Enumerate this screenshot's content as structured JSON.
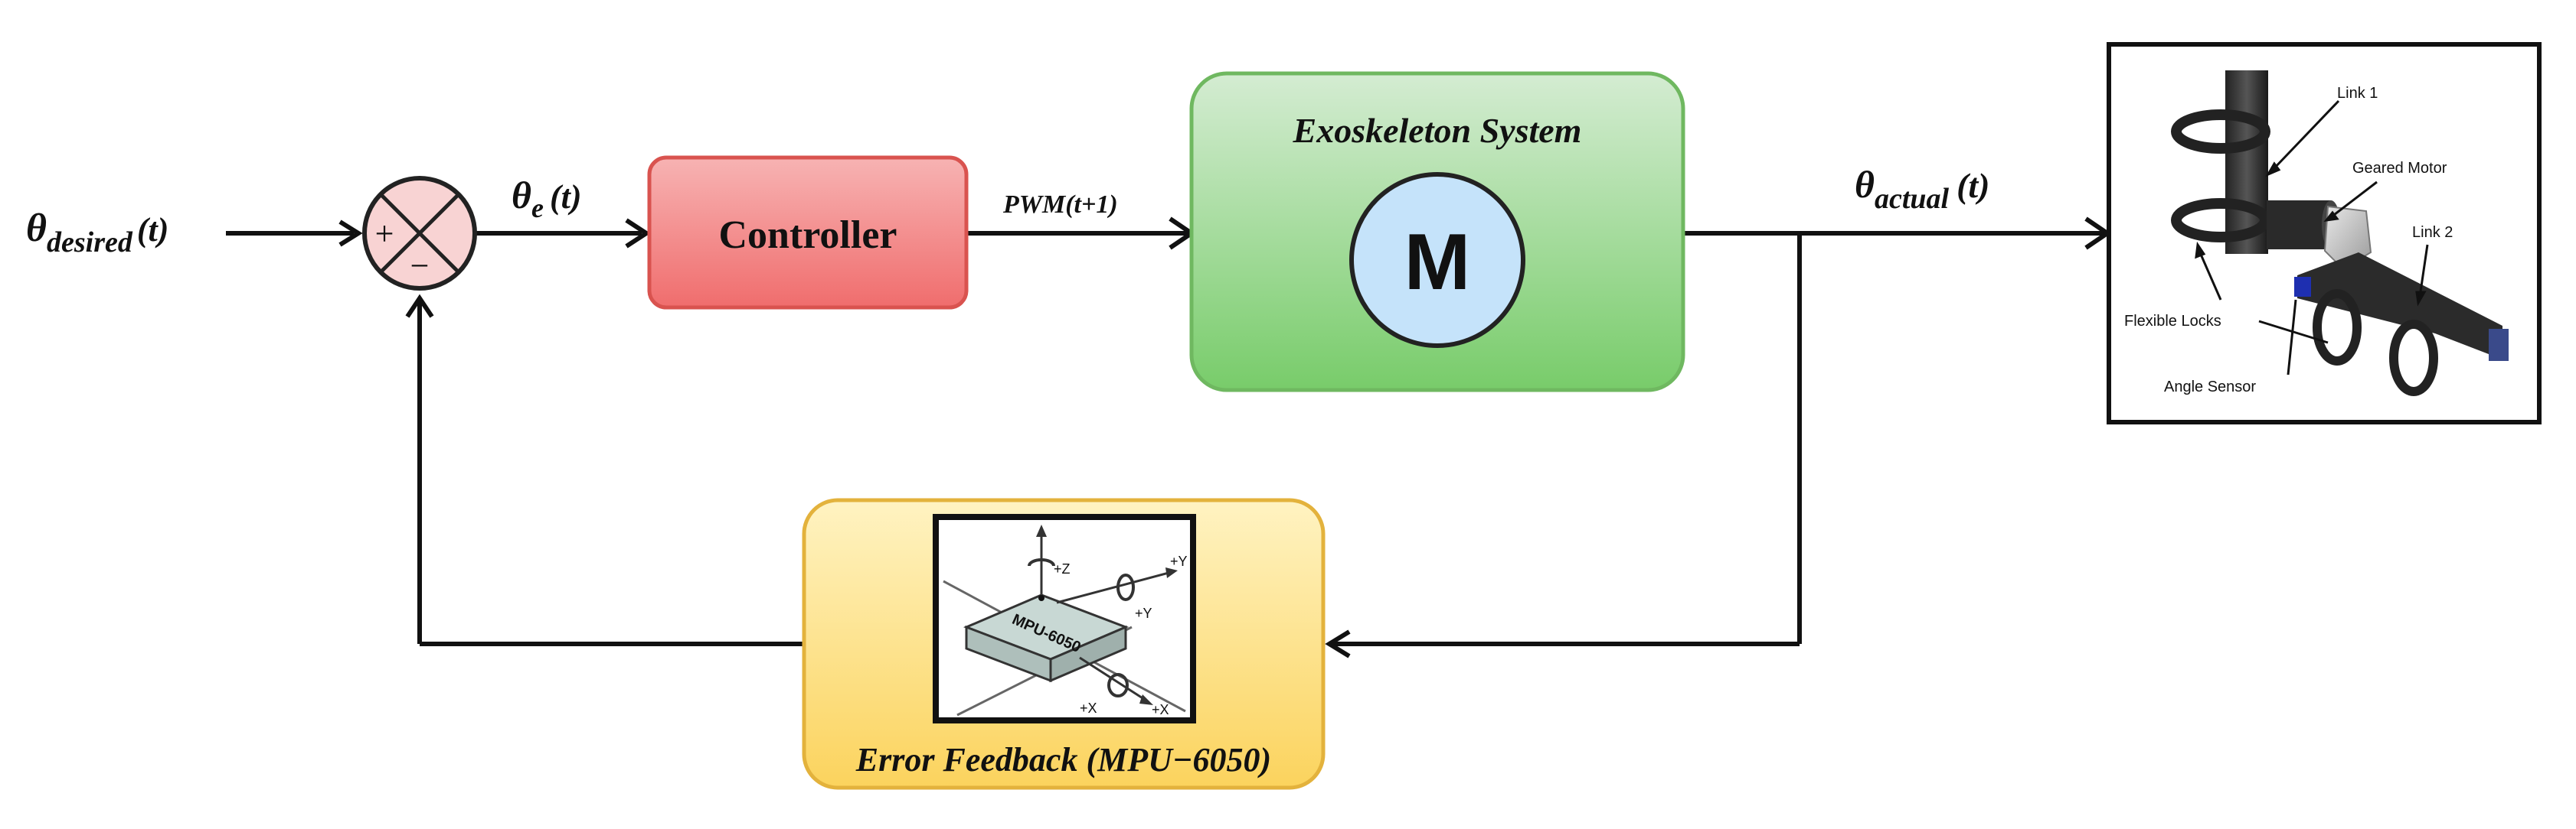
{
  "signals": {
    "input_symbol": "θ",
    "input_subscript": "desired",
    "input_arg": "(t)",
    "error_symbol": "θ",
    "error_subscript": "e",
    "error_arg": "(t)",
    "pwm_label": "PWM(t+1)",
    "output_symbol": "θ",
    "output_subscript": "actual",
    "output_arg": "(t)"
  },
  "summing_junction": {
    "plus": "+",
    "minus": "−"
  },
  "blocks": {
    "controller": {
      "label": "Controller",
      "color_top": "#f7b3b3",
      "color_bottom": "#f06d6d",
      "border": "#d9534f"
    },
    "exoskeleton": {
      "label": "Exoskeleton System",
      "motor_label": "M",
      "color_top": "#cfe9cf",
      "color_bottom": "#78cc6a",
      "border": "#6fb860",
      "motor_fill": "#c5e3fa"
    },
    "feedback": {
      "label": "Error Feedback (MPU−6050)",
      "color_top": "#fff1b8",
      "color_bottom": "#fbd35d",
      "border": "#e3b23c"
    }
  },
  "sensor_image": {
    "chip_label": "MPU-6050",
    "axis_z": "+Z",
    "axis_y_outer": "+Y",
    "axis_y_inner": "+Y",
    "axis_x_left": "+X",
    "axis_x_right": "+X"
  },
  "exo_image": {
    "link1": "Link 1",
    "geared_motor": "Geared Motor",
    "link2": "Link 2",
    "flexible_locks": "Flexible Locks",
    "angle_sensor": "Angle Sensor"
  }
}
